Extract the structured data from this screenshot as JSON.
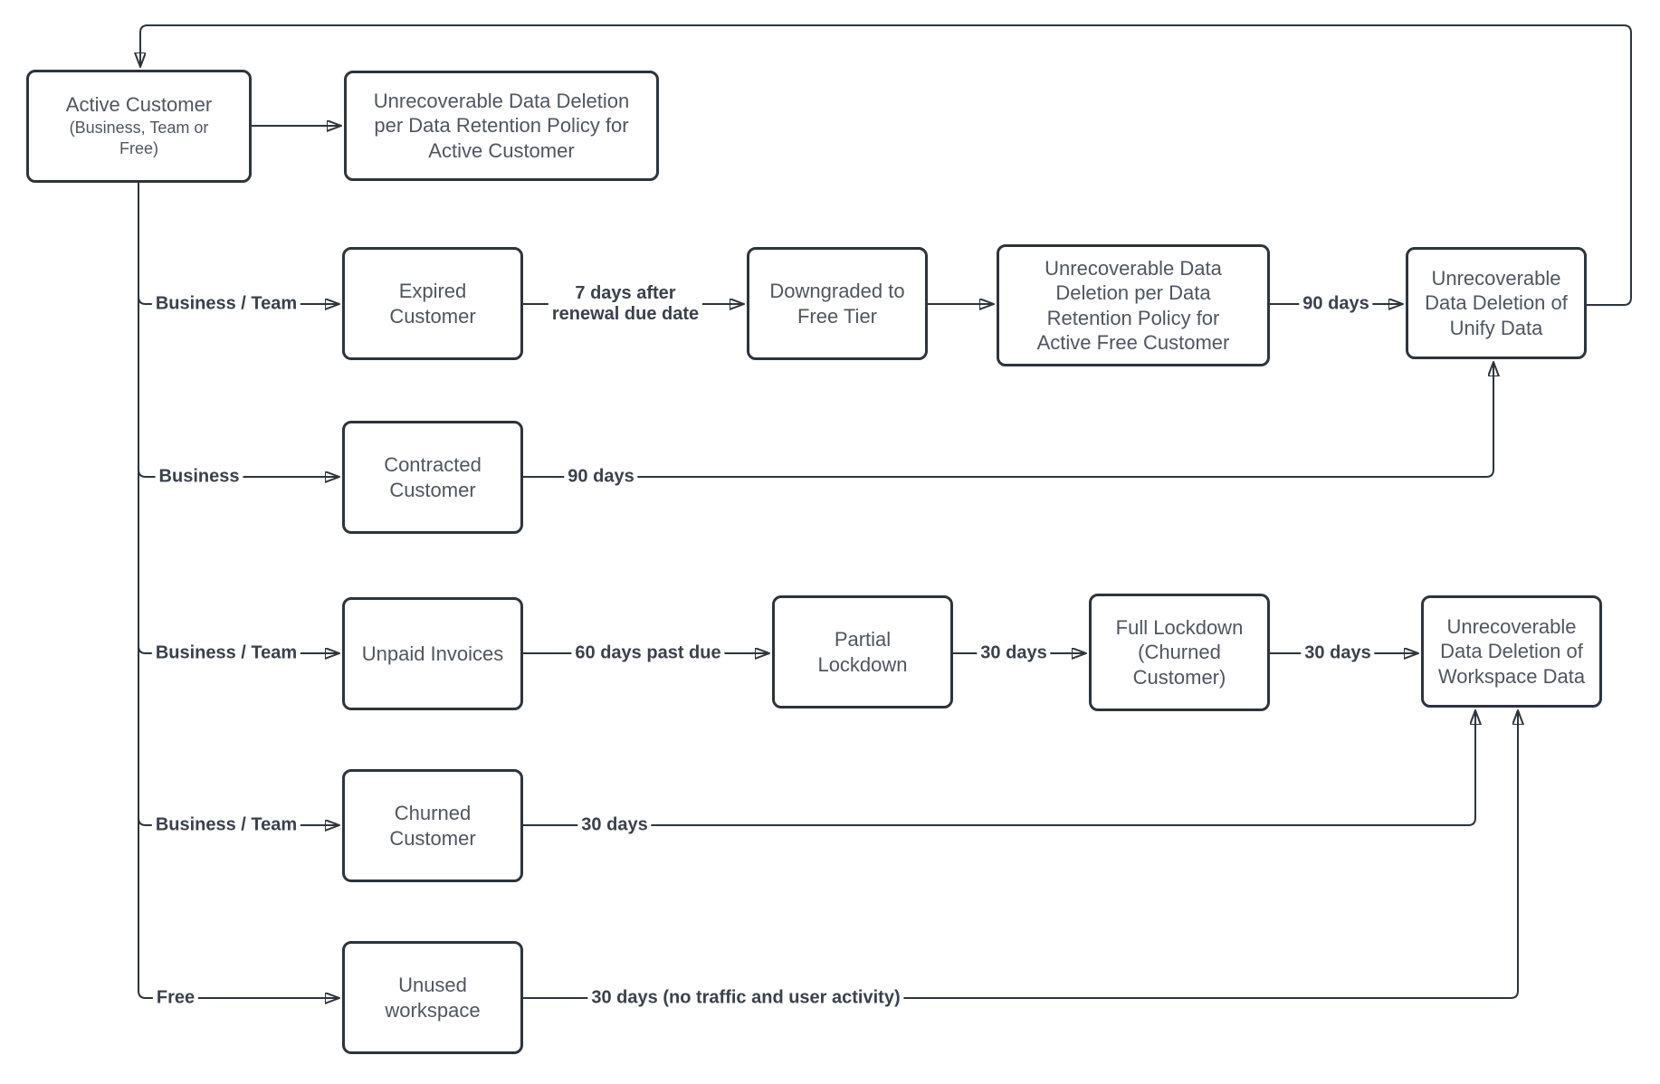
{
  "diagram": {
    "colors": {
      "stroke": "#2d343d",
      "node_text": "#4f5660",
      "label_text": "#3a414c",
      "background": "#ffffff"
    },
    "nodes": [
      {
        "id": "active-customer",
        "title": "Active Customer",
        "subtitle": "(Business, Team or\nFree)"
      },
      {
        "id": "deletion-active-customer",
        "label": "Unrecoverable Data Deletion\nper Data Retention Policy for\nActive Customer"
      },
      {
        "id": "expired-customer",
        "label": "Expired\nCustomer"
      },
      {
        "id": "downgraded-free-tier",
        "label": "Downgraded to\nFree Tier"
      },
      {
        "id": "deletion-active-free-customer",
        "label": "Unrecoverable Data\nDeletion per Data\nRetention Policy for\nActive Free Customer"
      },
      {
        "id": "deletion-unify-data",
        "label": "Unrecoverable\nData Deletion of\nUnify Data"
      },
      {
        "id": "contracted-customer",
        "label": "Contracted\nCustomer"
      },
      {
        "id": "unpaid-invoices",
        "label": "Unpaid Invoices"
      },
      {
        "id": "partial-lockdown",
        "label": "Partial\nLockdown"
      },
      {
        "id": "full-lockdown-churned",
        "label": "Full Lockdown\n(Churned\nCustomer)"
      },
      {
        "id": "deletion-workspace-data",
        "label": "Unrecoverable\nData Deletion of\nWorkspace Data"
      },
      {
        "id": "churned-customer",
        "label": "Churned\nCustomer"
      },
      {
        "id": "unused-workspace",
        "label": "Unused\nworkspace"
      }
    ],
    "edge_labels": [
      {
        "id": "business-team-expired",
        "label": "Business / Team"
      },
      {
        "id": "seven-days-after-renewal",
        "label": "7 days after\nrenewal due date"
      },
      {
        "id": "ninety-days-to-unify-deletion",
        "label": "90 days"
      },
      {
        "id": "business-contracted",
        "label": "Business"
      },
      {
        "id": "ninety-days-contracted",
        "label": "90 days"
      },
      {
        "id": "business-team-unpaid",
        "label": "Business / Team"
      },
      {
        "id": "sixty-days-past-due",
        "label": "60 days past due"
      },
      {
        "id": "thirty-days-partial-to-full",
        "label": "30 days"
      },
      {
        "id": "thirty-days-full-to-deletion",
        "label": "30 days"
      },
      {
        "id": "business-team-churned",
        "label": "Business / Team"
      },
      {
        "id": "thirty-days-churned",
        "label": "30 days"
      },
      {
        "id": "free-unused-workspace",
        "label": "Free"
      },
      {
        "id": "thirty-days-no-traffic",
        "label": "30 days (no traffic and user activity)"
      }
    ]
  }
}
